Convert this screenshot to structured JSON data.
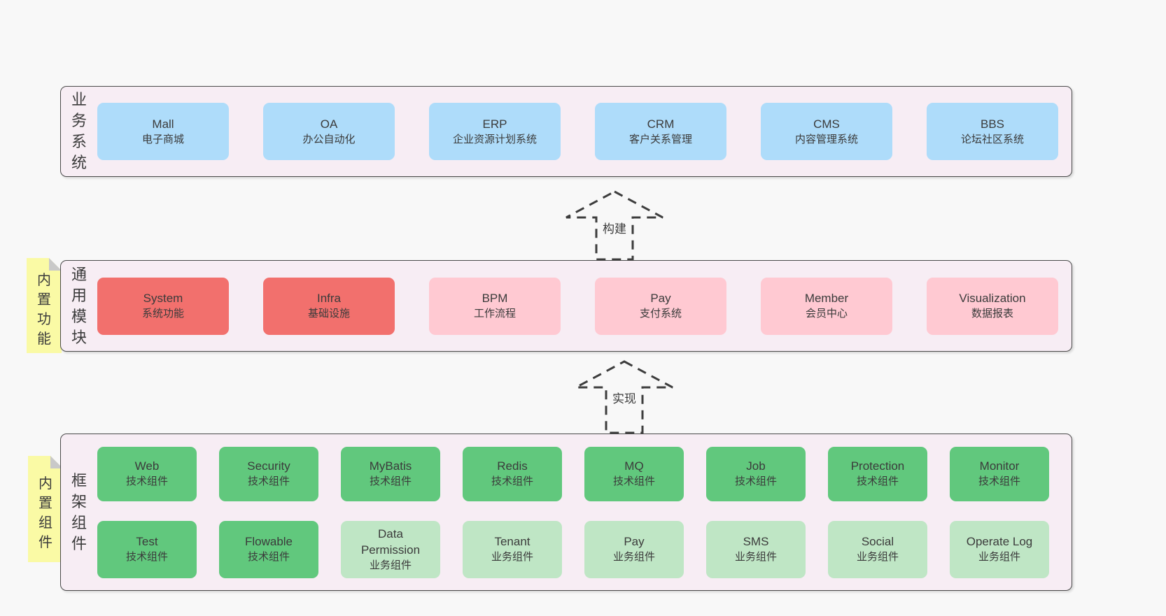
{
  "colors": {
    "page_bg": "#f8f8f8",
    "band_bg": "#f7edf4",
    "band_border": "#4b4b4b",
    "ink": "#3b3b3b",
    "arrow": "#3d3d3d",
    "blue": "#aedcfa",
    "red": "#f2706d",
    "pink": "#ffc9d2",
    "green_dark": "#61c87d",
    "green_light": "#bfe6c5",
    "yellow": "#fafaa5",
    "fold_grey": "#c9c9c9"
  },
  "arrows": {
    "build": "构建",
    "implement": "实现"
  },
  "bands": {
    "business": {
      "label": "业务系统",
      "boxes": [
        {
          "title": "Mall",
          "subtitle": "电子商城"
        },
        {
          "title": "OA",
          "subtitle": "办公自动化"
        },
        {
          "title": "ERP",
          "subtitle": "企业资源计划系统"
        },
        {
          "title": "CRM",
          "subtitle": "客户关系管理"
        },
        {
          "title": "CMS",
          "subtitle": "内容管理系统"
        },
        {
          "title": "BBS",
          "subtitle": "论坛社区系统"
        }
      ]
    },
    "modules": {
      "label": "通用模块",
      "note": "内置功能",
      "boxes": [
        {
          "title": "System",
          "subtitle": "系统功能"
        },
        {
          "title": "Infra",
          "subtitle": "基础设施"
        },
        {
          "title": "BPM",
          "subtitle": "工作流程"
        },
        {
          "title": "Pay",
          "subtitle": "支付系统"
        },
        {
          "title": "Member",
          "subtitle": "会员中心"
        },
        {
          "title": "Visualization",
          "subtitle": "数据报表"
        }
      ]
    },
    "framework": {
      "label": "框架组件",
      "note": "内置组件",
      "row1": [
        {
          "title": "Web",
          "subtitle": "技术组件"
        },
        {
          "title": "Security",
          "subtitle": "技术组件"
        },
        {
          "title": "MyBatis",
          "subtitle": "技术组件"
        },
        {
          "title": "Redis",
          "subtitle": "技术组件"
        },
        {
          "title": "MQ",
          "subtitle": "技术组件"
        },
        {
          "title": "Job",
          "subtitle": "技术组件"
        },
        {
          "title": "Protection",
          "subtitle": "技术组件"
        },
        {
          "title": "Monitor",
          "subtitle": "技术组件"
        }
      ],
      "row2": [
        {
          "title": "Test",
          "subtitle": "技术组件"
        },
        {
          "title": "Flowable",
          "subtitle": "技术组件"
        },
        {
          "title": "Data Permission",
          "subtitle": "业务组件"
        },
        {
          "title": "Tenant",
          "subtitle": "业务组件"
        },
        {
          "title": "Pay",
          "subtitle": "业务组件"
        },
        {
          "title": "SMS",
          "subtitle": "业务组件"
        },
        {
          "title": "Social",
          "subtitle": "业务组件"
        },
        {
          "title": "Operate Log",
          "subtitle": "业务组件"
        }
      ]
    }
  }
}
